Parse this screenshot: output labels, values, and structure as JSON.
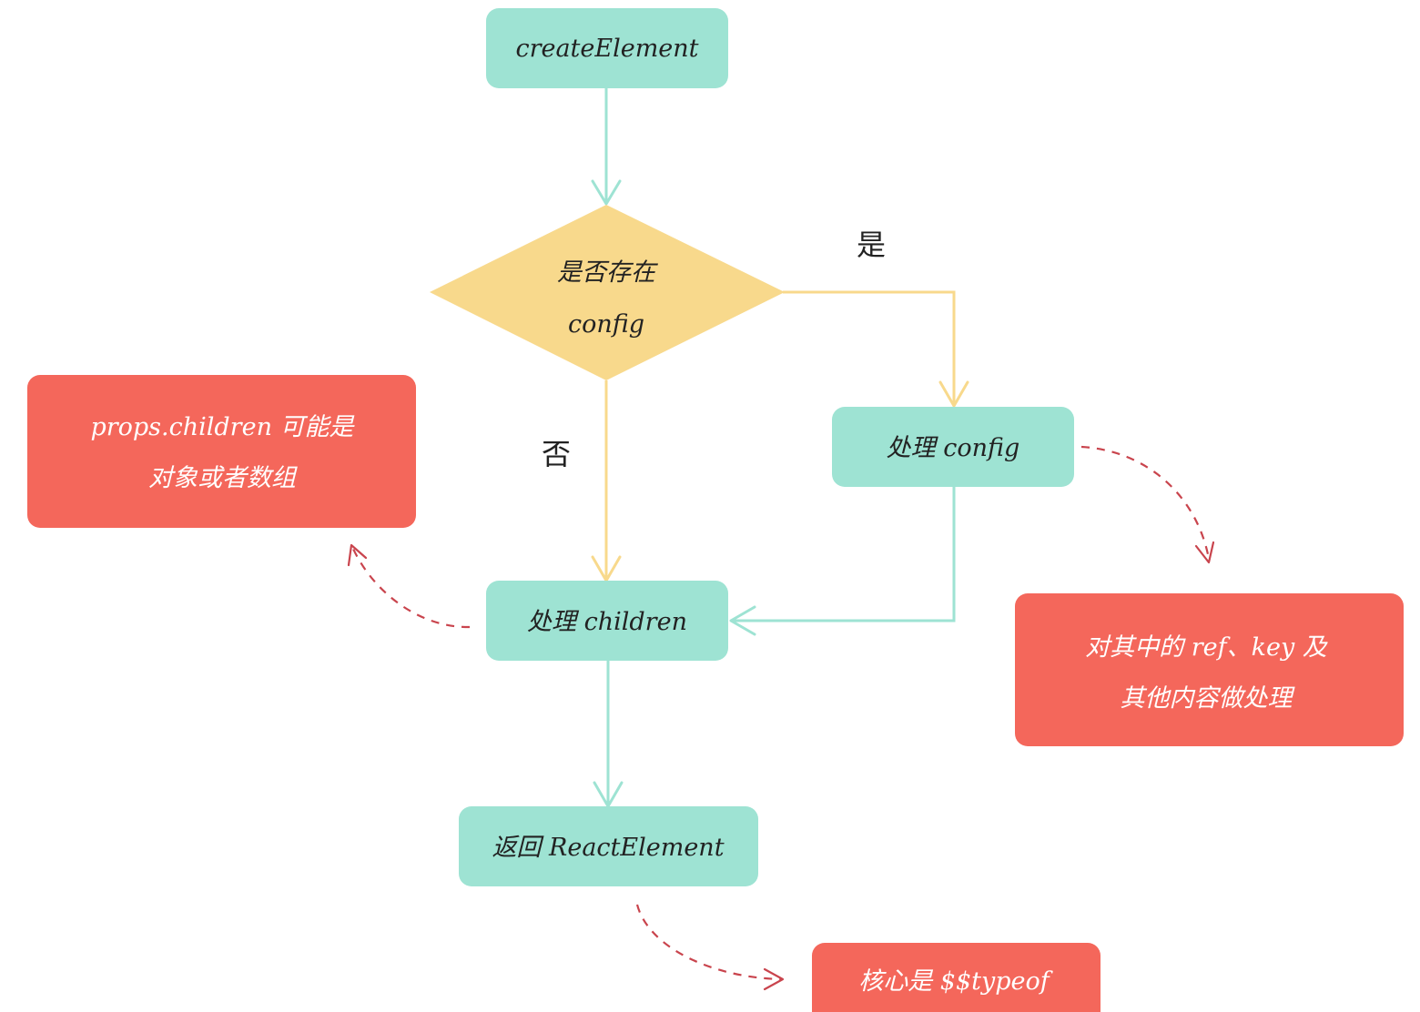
{
  "colors": {
    "teal_node": "#9ee3d3",
    "red_note": "#f4675b",
    "yellow_decision": "#f8d98c",
    "teal_arrow": "#9ee3d3",
    "yellow_arrow": "#f8d98c",
    "dashed_arrow": "#c9444d"
  },
  "nodes": {
    "create_element": "createElement",
    "decision_line1": "是否存在",
    "decision_line2": "config",
    "process_config": "处理 config",
    "process_children": "处理 children",
    "return_react_element": "返回 ReactElement"
  },
  "edge_labels": {
    "yes": "是",
    "no": "否"
  },
  "notes": {
    "children_note_line1": "props.children 可能是",
    "children_note_line2": "对象或者数组",
    "config_note_line1": "对其中的 ref、key 及",
    "config_note_line2": "其他内容做处理",
    "typeof_note": "核心是 $$typeof"
  }
}
